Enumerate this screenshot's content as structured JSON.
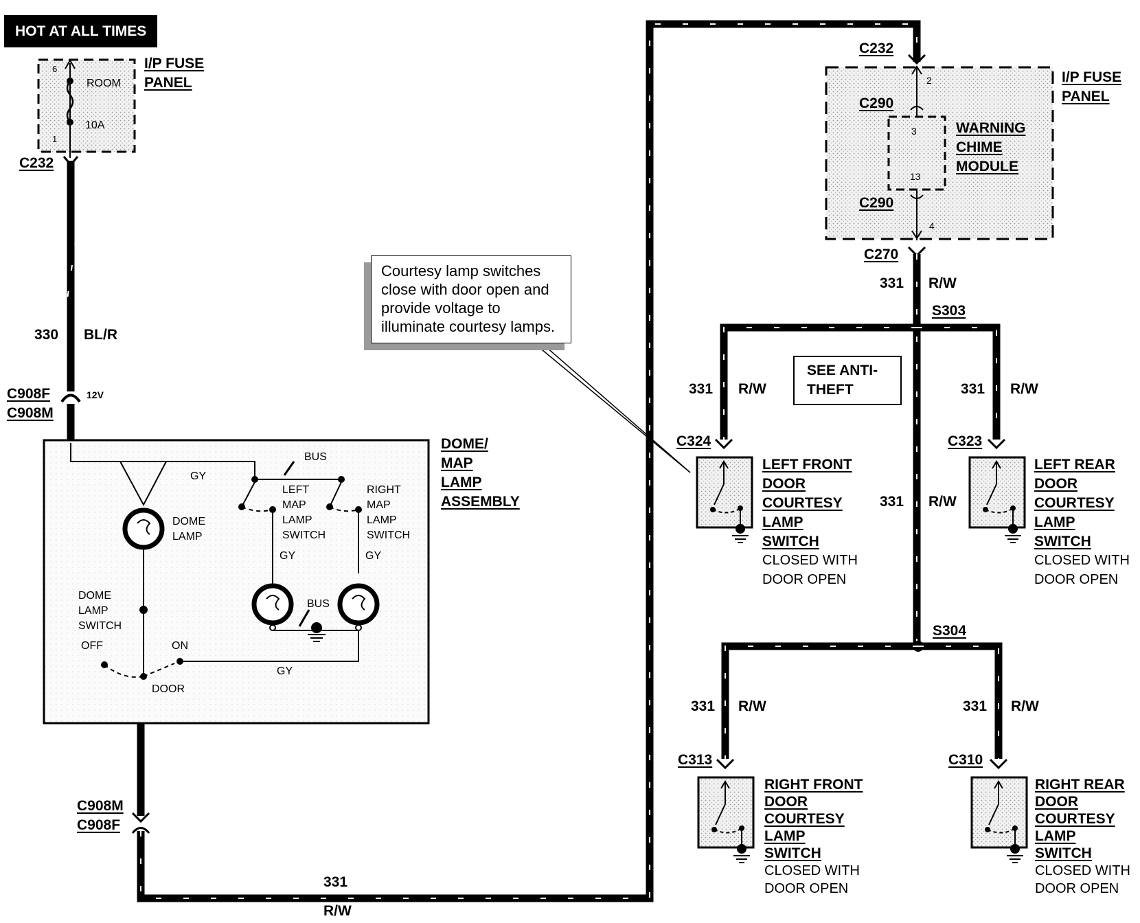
{
  "header": {
    "hot_label": "HOT AT ALL TIMES"
  },
  "fuse_left": {
    "pin_top": "6",
    "pin_bottom": "1",
    "name": "ROOM",
    "rating": "10A",
    "label_line1": "I/P FUSE",
    "label_line2": "PANEL"
  },
  "connectors": {
    "c232_left": "C232",
    "c908f_top": "C908F",
    "c908m_top": "C908M",
    "voltage": "12V",
    "c908m_bottom": "C908M",
    "c908f_bottom": "C908F",
    "c232_right": "C232",
    "c290_top": "C290",
    "c290_bottom": "C290",
    "c270": "C270",
    "c324": "C324",
    "c323": "C323",
    "c313": "C313",
    "c310": "C310"
  },
  "wires": {
    "w330_num": "330",
    "w330_color": "BL/R",
    "w331_bottom_num": "331",
    "w331_bottom_color": "R/W",
    "w331_top_num": "331",
    "w331_top_color": "R/W",
    "w331_lf_num": "331",
    "w331_lf_color": "R/W",
    "w331_lr_num": "331",
    "w331_lr_color": "R/W",
    "w331_mid_num": "331",
    "w331_mid_color": "R/W",
    "w331_rf_num": "331",
    "w331_rf_color": "R/W",
    "w331_rr_num": "331",
    "w331_rr_color": "R/W"
  },
  "splices": {
    "s303": "S303",
    "s304": "S304"
  },
  "dome_assembly": {
    "title_lines": [
      "DOME/",
      "MAP",
      "LAMP",
      "ASSEMBLY"
    ],
    "gy_top": "GY",
    "bus_top": "BUS",
    "left_switch_lines": [
      "LEFT",
      "MAP",
      "LAMP",
      "SWITCH"
    ],
    "right_switch_lines": [
      "RIGHT",
      "MAP",
      "LAMP",
      "SWITCH"
    ],
    "dome_lamp_lines": [
      "DOME",
      "LAMP"
    ],
    "gy_left": "GY",
    "gy_right": "GY",
    "bus_bottom": "BUS",
    "dome_switch_lines": [
      "DOME",
      "LAMP",
      "SWITCH"
    ],
    "off": "OFF",
    "on": "ON",
    "gy_bottom": "GY",
    "door": "DOOR"
  },
  "fuse_right": {
    "pin_2": "2",
    "pin_3": "3",
    "pin_13": "13",
    "pin_4": "4",
    "label_line1": "I/P FUSE",
    "label_line2": "PANEL",
    "module_lines": [
      "WARNING",
      "CHIME",
      "MODULE"
    ]
  },
  "note": "Courtesy lamp switches close with door open and provide voltage to illuminate courtesy lamps.",
  "see_anti_theft": [
    "SEE ANTI-",
    "THEFT"
  ],
  "switches": {
    "lf": {
      "lines": [
        "LEFT FRONT",
        "DOOR",
        "COURTESY",
        "LAMP",
        "SWITCH"
      ],
      "note_lines": [
        "CLOSED WITH",
        "DOOR OPEN"
      ]
    },
    "lr": {
      "lines": [
        "LEFT REAR",
        "DOOR",
        "COURTESY",
        "LAMP",
        "SWITCH"
      ],
      "note_lines": [
        "CLOSED WITH",
        "DOOR OPEN"
      ]
    },
    "rf": {
      "lines": [
        "RIGHT FRONT",
        "DOOR",
        "COURTESY",
        "LAMP",
        "SWITCH"
      ],
      "note_lines": [
        "CLOSED WITH",
        "DOOR OPEN"
      ]
    },
    "rr": {
      "lines": [
        "RIGHT REAR",
        "DOOR",
        "COURTESY",
        "LAMP",
        "SWITCH"
      ],
      "note_lines": [
        "CLOSED WITH",
        "DOOR OPEN"
      ]
    }
  }
}
